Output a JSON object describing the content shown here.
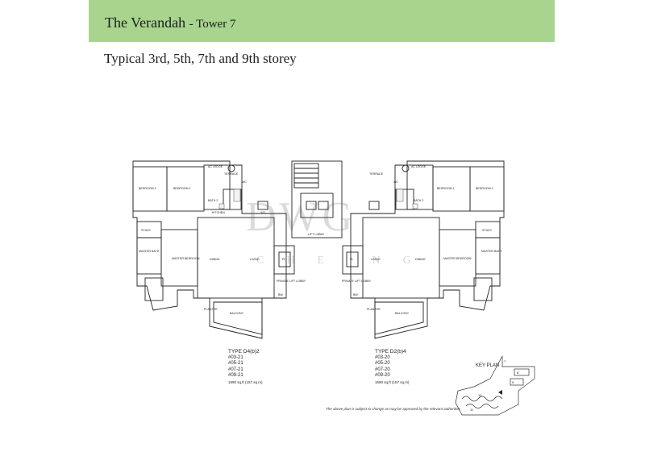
{
  "header": {
    "project": "The Verandah",
    "tower": "- Tower 7",
    "floors": "Typical 3rd, 5th, 7th and 9th storey"
  },
  "watermark": {
    "main": "DWG",
    "sub": "CHE   NG"
  },
  "plan_labels": {
    "bedroom2": "BEDROOM 2",
    "bedroom1": "BEDROOM 1",
    "ac_ledge": "AC LEDGE",
    "terrace": "TERRACE",
    "wc": "WC",
    "bath2": "BATH 2",
    "kitchen": "KITCHEN",
    "ys": "Y/S",
    "study": "STUDY",
    "master_bath": "MASTER BATH",
    "master_bedroom": "MASTER BEDROOM",
    "dining": "DINING",
    "living": "LIVING",
    "pl": "PL",
    "private_lift_lobby": "PRIVATE LIFT LOBBY",
    "lift_lobby": "LIFT LOBBY",
    "balcony": "BALCONY",
    "planter": "PLANTER",
    "bw": "BW"
  },
  "units": {
    "left": {
      "type": "TYPE D4(b)2",
      "numbers": [
        "#03-21",
        "#05-21",
        "#07-21",
        "#09-21"
      ],
      "area": "1690 sq.ft (157 sq.m)"
    },
    "right": {
      "type": "TYPE D2(b)4",
      "numbers": [
        "#03-20",
        "#05-20",
        "#07-20",
        "#09-20"
      ],
      "area": "1690 sq.ft (157 sq.m)"
    }
  },
  "key_plan": {
    "title": "KEY PLAN",
    "blocks": [
      "7",
      "8",
      "9",
      "10",
      "11"
    ]
  },
  "note": "The above plan is subject to change as may be approved by the relevant authorities"
}
